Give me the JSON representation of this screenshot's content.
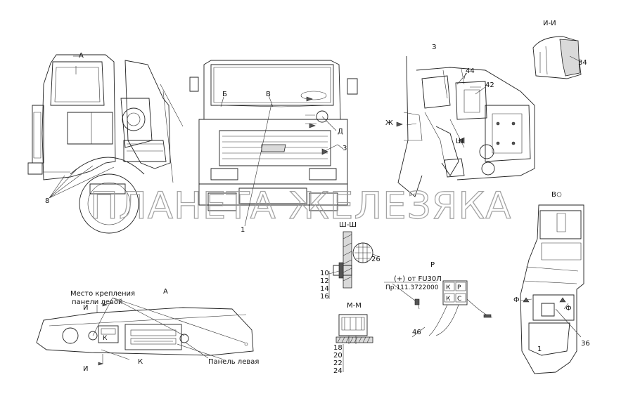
{
  "watermark": "ПЛАНЕТА ЖЕЛЕЗЯКА",
  "view_labels": {
    "top_a": "А",
    "front_b": "Б",
    "front_v": "В",
    "front_d": "Д",
    "front_z": "3",
    "front_1": "1",
    "side_8": "8",
    "detail_z": "З",
    "detail_i_i": "И-И",
    "view_v_circle": "В",
    "section_sh_sh": "Ш-Ш",
    "section_m_m": "М-М",
    "detail_a": "А",
    "detail_r": "Р"
  },
  "callouts": {
    "c34": "34",
    "c44": "44",
    "c42": "42",
    "zh": "Ж",
    "sh": "Ш",
    "c26": "26",
    "c10": "10",
    "c12": "12",
    "c14": "14",
    "c16": "16",
    "c18": "18",
    "c20": "20",
    "c22": "22",
    "c24": "24",
    "c46": "46",
    "c36": "36",
    "f_left": "Ф",
    "f_right": "Ф",
    "v_1": "1",
    "i_top": "И",
    "i_bottom": "И",
    "k_label": "К",
    "kp": [
      "К",
      "Р"
    ],
    "kc": [
      "К",
      "С"
    ],
    "z_front": "З"
  },
  "annotations": {
    "mount_place_line1": "Место крепления",
    "mount_place_line2": "панели левой",
    "panel_left": "Панель левая",
    "plus_from": "(+) от FU30Л",
    "pr_code": "Пр.111.3722000"
  }
}
